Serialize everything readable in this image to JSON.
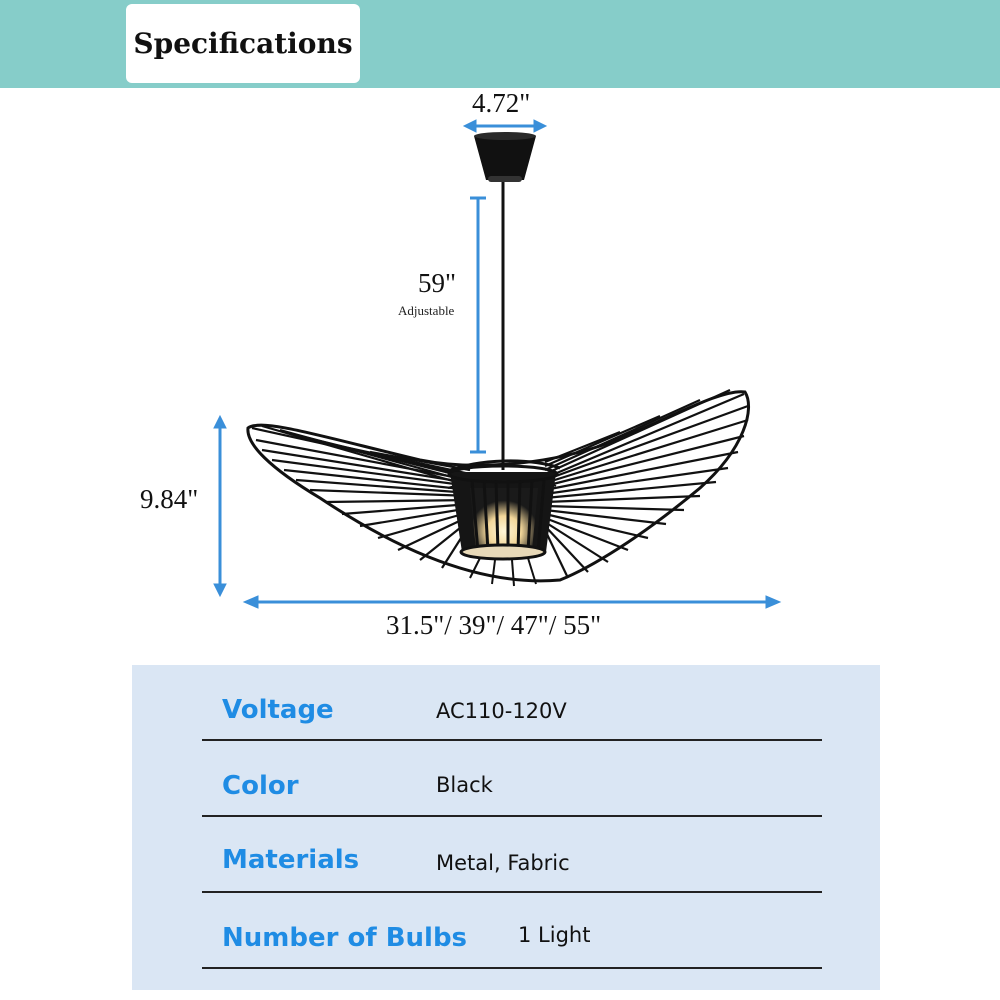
{
  "header": {
    "title": "Specifications"
  },
  "dimensions": {
    "canopy_width": "4.72\"",
    "cord_length": "59\"",
    "cord_note": "Adjustable",
    "height": "9.84\"",
    "diameters": "31.5\"/ 39\"/ 47\"/ 55\""
  },
  "colors": {
    "header_band": "#86cdc9",
    "dimension_arrow": "#3a8fd9",
    "label_blue": "#1f8ce4",
    "panel_bg": "#dae6f4",
    "lamp": "#111111"
  },
  "specs": [
    {
      "label": "Voltage",
      "value": "AC110-120V"
    },
    {
      "label": "Color",
      "value": "Black"
    },
    {
      "label": "Materials",
      "value": "Metal, Fabric"
    },
    {
      "label": "Number of Bulbs",
      "value": "1 Light"
    }
  ]
}
